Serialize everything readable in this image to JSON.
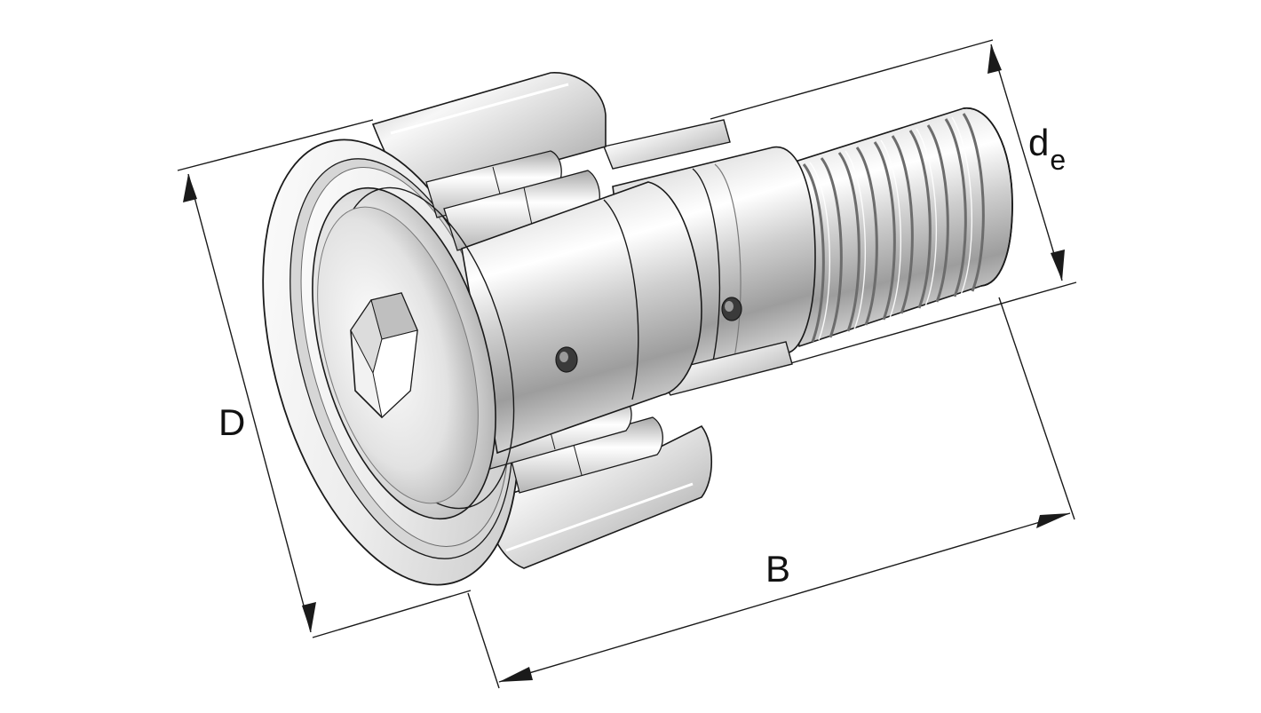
{
  "colors": {
    "background": "#ffffff",
    "line": "#1a1a1a",
    "metal_light": "#f4f4f4",
    "metal_mid": "#c9c9c9",
    "metal_dark": "#8a8a8a"
  },
  "dimensions": {
    "D": "D",
    "B": "B",
    "de_base": "d",
    "de_sub": "e"
  },
  "icons": [
    "cam-follower-illustration",
    "hex-socket-icon"
  ]
}
